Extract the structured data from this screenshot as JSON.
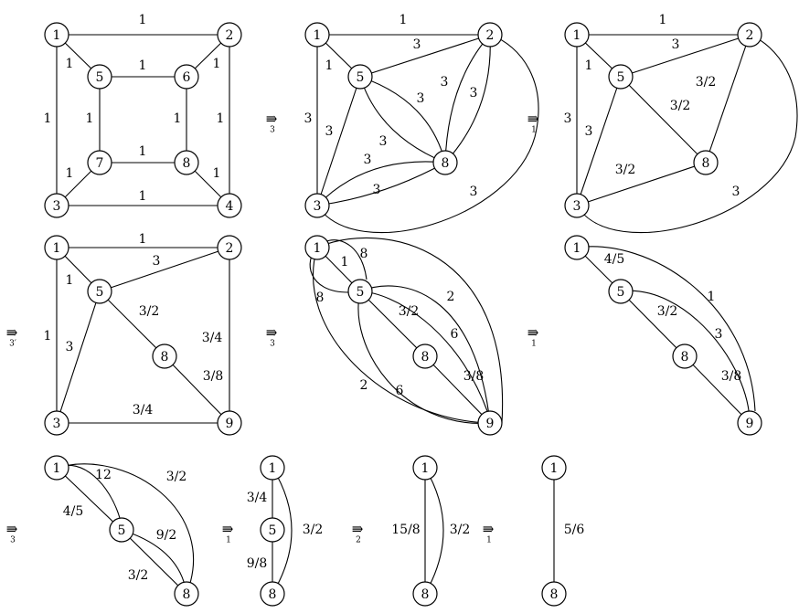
{
  "diagram": {
    "title": "",
    "graphs": [
      {
        "id": "g1",
        "nodes": [
          "1",
          "2",
          "3",
          "4",
          "5",
          "6",
          "7",
          "8"
        ],
        "edge_labels": [
          "1",
          "1",
          "1",
          "1",
          "1",
          "1",
          "1",
          "1",
          "1",
          "1",
          "1",
          "1"
        ]
      },
      {
        "id": "g2",
        "nodes": [
          "1",
          "2",
          "3",
          "5",
          "8"
        ],
        "edge_labels": [
          "1",
          "3",
          "1",
          "3",
          "3",
          "3",
          "3",
          "3",
          "3",
          "3",
          "3",
          "3"
        ]
      },
      {
        "id": "g3",
        "nodes": [
          "1",
          "2",
          "3",
          "5",
          "8"
        ],
        "edge_labels": [
          "1",
          "3",
          "1",
          "3",
          "3/2",
          "3/2",
          "3/2",
          "3",
          "3"
        ]
      },
      {
        "id": "g4",
        "nodes": [
          "1",
          "2",
          "3",
          "5",
          "8",
          "9"
        ],
        "edge_labels": [
          "1",
          "3",
          "1",
          "3",
          "3/2",
          "3/4",
          "3/8",
          "3/4",
          "1"
        ]
      },
      {
        "id": "g5",
        "nodes": [
          "1",
          "5",
          "8",
          "9"
        ],
        "edge_labels": [
          "8",
          "1",
          "8",
          "3/2",
          "2",
          "6",
          "3/8",
          "2",
          "6"
        ]
      },
      {
        "id": "g6",
        "nodes": [
          "1",
          "5",
          "8",
          "9"
        ],
        "edge_labels": [
          "4/5",
          "3/2",
          "1",
          "3",
          "3/8"
        ]
      },
      {
        "id": "g7",
        "nodes": [
          "1",
          "5",
          "8"
        ],
        "edge_labels": [
          "12",
          "4/5",
          "3/2",
          "9/2",
          "3/2"
        ]
      },
      {
        "id": "g8",
        "nodes": [
          "1",
          "5",
          "8"
        ],
        "edge_labels": [
          "3/4",
          "9/8",
          "3/2"
        ]
      },
      {
        "id": "g9",
        "nodes": [
          "1",
          "8"
        ],
        "edge_labels": [
          "15/8",
          "3/2"
        ]
      },
      {
        "id": "g10",
        "nodes": [
          "1",
          "8"
        ],
        "edge_labels": [
          "5/6"
        ]
      }
    ],
    "arrows": [
      {
        "symbol": "⇛",
        "subscript": "3"
      },
      {
        "symbol": "⇛",
        "subscript": "1"
      },
      {
        "symbol": "⇛",
        "subscript": "3′"
      },
      {
        "symbol": "⇛",
        "subscript": "3"
      },
      {
        "symbol": "⇛",
        "subscript": "1"
      },
      {
        "symbol": "⇛",
        "subscript": "3"
      },
      {
        "symbol": "⇛",
        "subscript": "1"
      },
      {
        "symbol": "⇛",
        "subscript": "2"
      },
      {
        "symbol": "⇛",
        "subscript": "1"
      }
    ]
  }
}
